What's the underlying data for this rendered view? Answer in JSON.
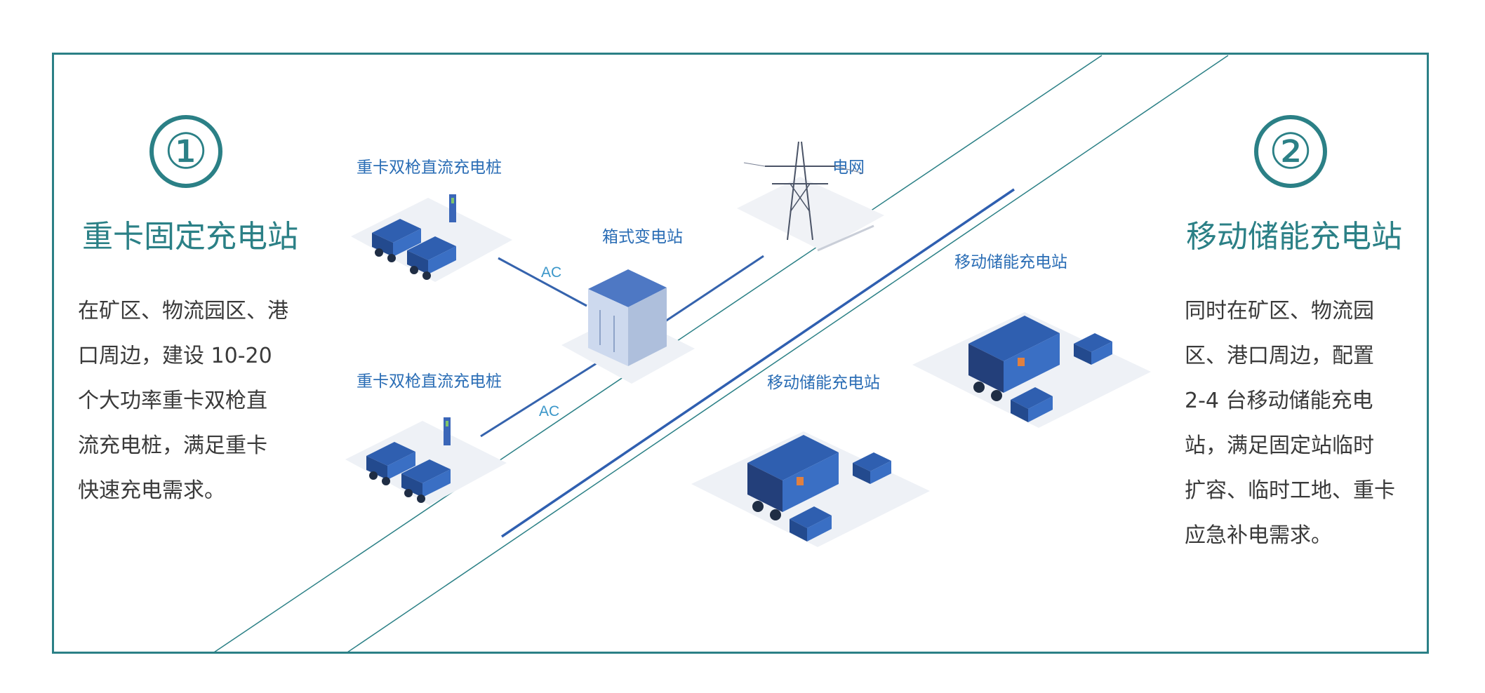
{
  "colors": {
    "frame": "#2b8086",
    "accent_text": "#2b8086",
    "label_blue": "#2a6db5",
    "ac_blue": "#3a96c9",
    "body_text": "#3a3a3a",
    "truck_blue": "#2f5fb0"
  },
  "left": {
    "number": "①",
    "title": "重卡固定充电站",
    "desc_lines": [
      "在矿区、物流园区、港",
      "口周边，建设 10-20",
      "个大功率重卡双枪直",
      "流充电桩，满足重卡",
      "快速充电需求。"
    ]
  },
  "right": {
    "number": "②",
    "title": "移动储能充电站",
    "desc_lines": [
      "同时在矿区、物流园",
      "区、港口周边，配置",
      "2-4 台移动储能充电",
      "站，满足固定站临时",
      "扩容、临时工地、重卡",
      "应急补电需求。"
    ]
  },
  "diagram": {
    "charger_top_label": "重卡双枪直流充电桩",
    "charger_bottom_label": "重卡双枪直流充电桩",
    "transformer_label": "箱式变电站",
    "grid_label": "电网",
    "mobile_right_label": "移动储能充电站",
    "mobile_center_label": "移动储能充电站",
    "ac_top": "AC",
    "ac_bottom": "AC"
  }
}
